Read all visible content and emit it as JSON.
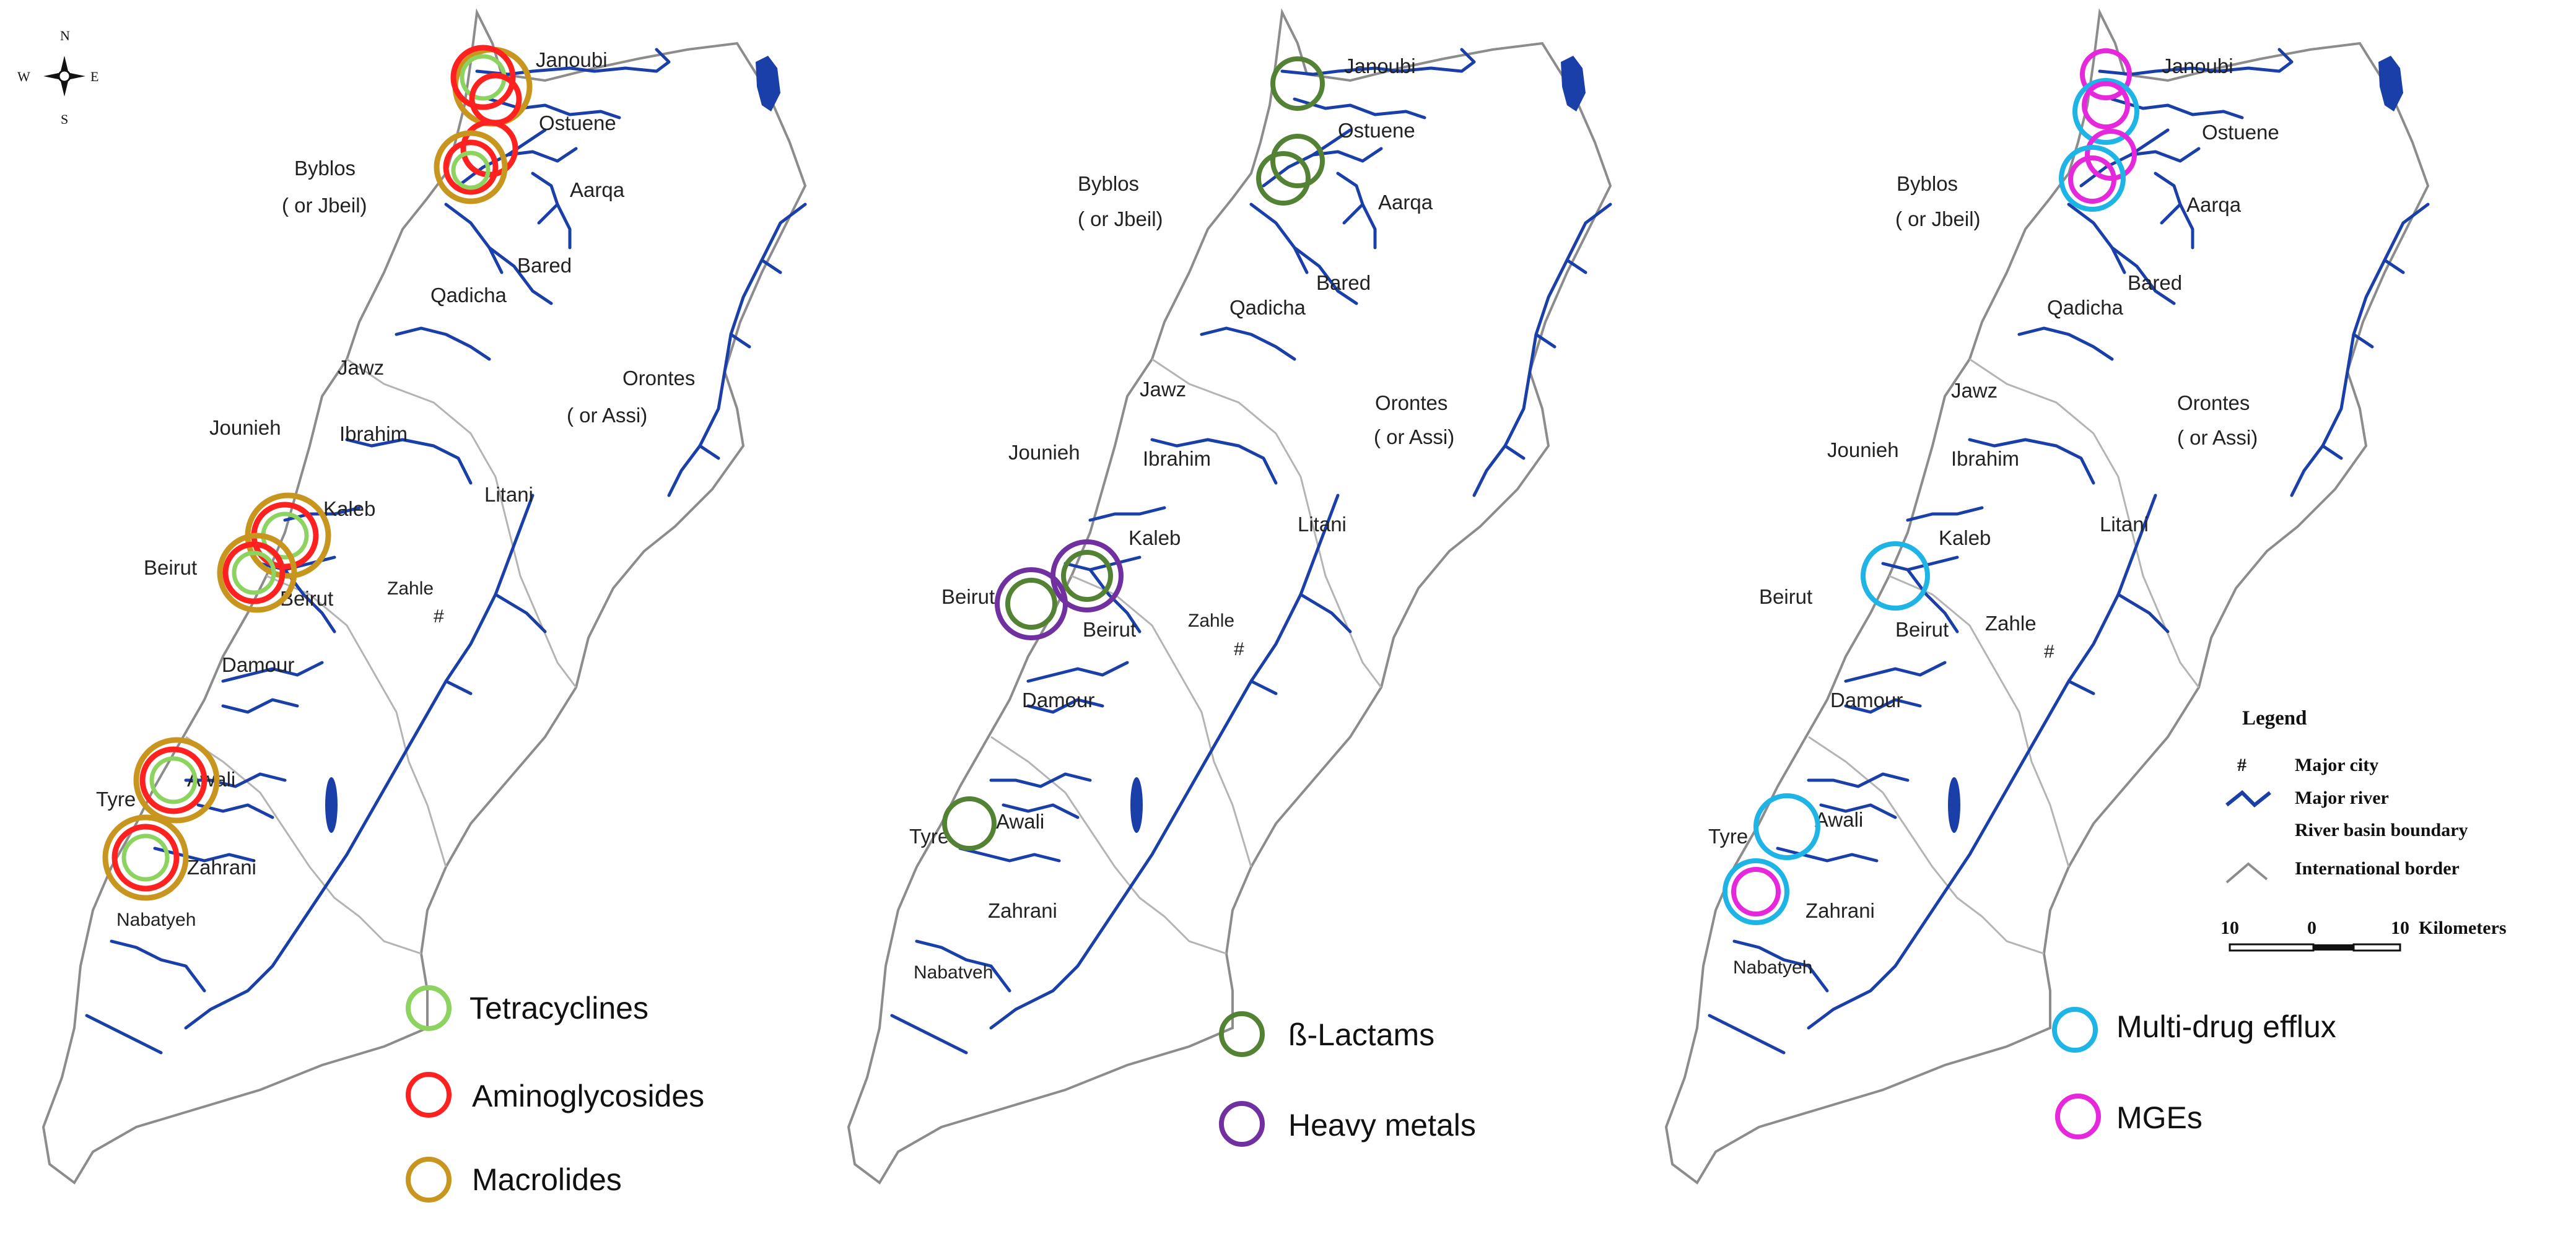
{
  "compass": {
    "n": "N",
    "s": "S",
    "e": "E",
    "w": "W"
  },
  "places": {
    "janoubi": "Janoubi",
    "ostuene": "Ostuene",
    "byblos": "Byblos",
    "jbeil": "( or Jbeil)",
    "aarqa": "Aarqa",
    "bared": "Bared",
    "qadicha": "Qadicha",
    "jawz": "Jawz",
    "orontes": "Orontes",
    "assi": "( or Assi)",
    "jounieh": "Jounieh",
    "ibrahim": "Ibrahim",
    "litani": "Litani",
    "kaleb": "Kaleb",
    "beirut_city": "Beirut",
    "beirut_river": "Beirut",
    "zahle": "Zahle",
    "damour": "Damour",
    "awali": "Awali",
    "tyre": "Tyre",
    "zahrani": "Zahrani",
    "nabatyeh": "Nabatyeh",
    "nabatveh": "Nabatveh"
  },
  "panels": [
    {
      "legend": [
        {
          "label": "Tetracyclines",
          "color": "#8dd35f"
        },
        {
          "label": "Aminoglycosides",
          "color": "#ff2020"
        },
        {
          "label": "Macrolides",
          "color": "#c8961e"
        }
      ]
    },
    {
      "legend": [
        {
          "label": "ß-Lactams",
          "color": "#548235"
        },
        {
          "label": "Heavy metals",
          "color": "#7030a0"
        }
      ]
    },
    {
      "legend": [
        {
          "label": "Multi-drug efflux",
          "color": "#1eb4e6"
        },
        {
          "label": "MGEs",
          "color": "#e628dc"
        }
      ]
    }
  ],
  "map_legend": {
    "title": "Legend",
    "city_symbol": "#",
    "items": [
      "Major city",
      "Major river",
      "River basin boundary",
      "International border"
    ],
    "scale": {
      "left": "10",
      "mid": "0",
      "right": "10",
      "unit": "Kilometers"
    }
  },
  "colors": {
    "river": "#1a3fa8",
    "boundary": "#8c8c8c"
  }
}
